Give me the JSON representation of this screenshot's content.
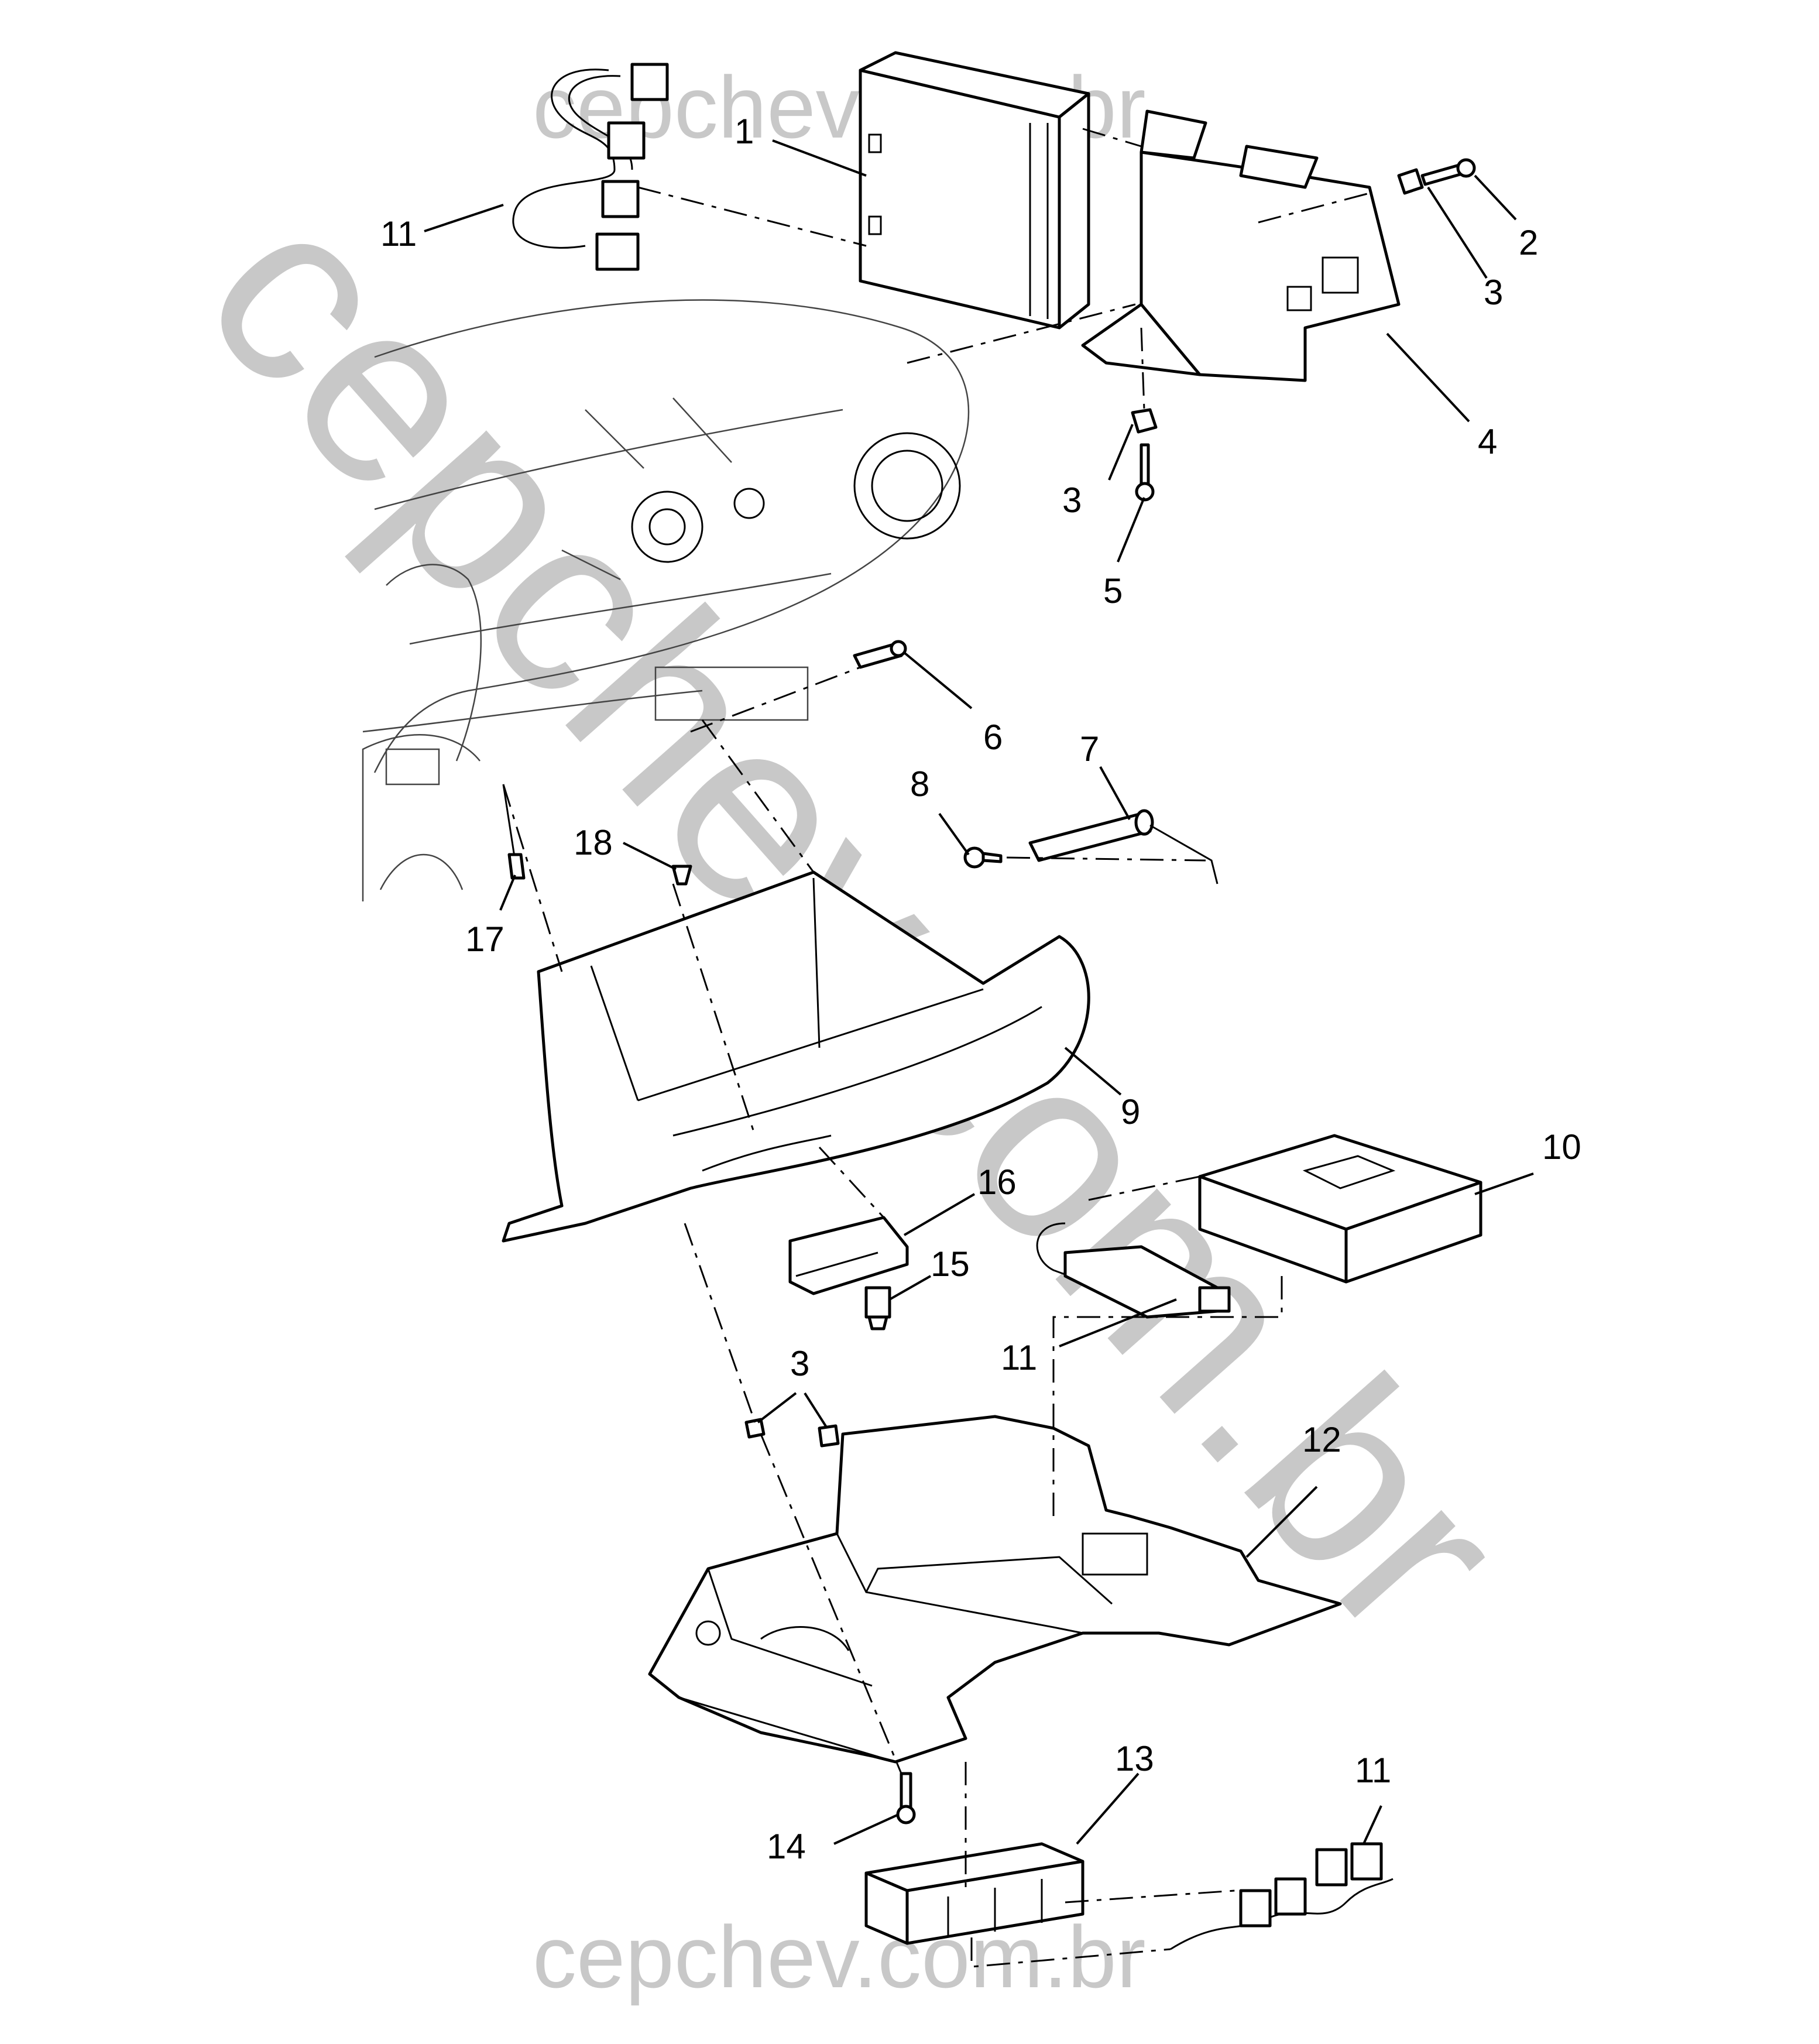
{
  "watermark": {
    "top": "cepchev.com.br",
    "diagonal": "cepchev.com.br",
    "bottom": "cepchev.com.br"
  },
  "callouts": [
    {
      "id": "c1",
      "text": "1"
    },
    {
      "id": "c2",
      "text": "2"
    },
    {
      "id": "c3a",
      "text": "3"
    },
    {
      "id": "c4",
      "text": "4"
    },
    {
      "id": "c3b",
      "text": "3"
    },
    {
      "id": "c5",
      "text": "5"
    },
    {
      "id": "c11a",
      "text": "11"
    },
    {
      "id": "c6",
      "text": "6"
    },
    {
      "id": "c7",
      "text": "7"
    },
    {
      "id": "c8",
      "text": "8"
    },
    {
      "id": "c18",
      "text": "18"
    },
    {
      "id": "c17",
      "text": "17"
    },
    {
      "id": "c9",
      "text": "9"
    },
    {
      "id": "c10",
      "text": "10"
    },
    {
      "id": "c16",
      "text": "16"
    },
    {
      "id": "c15",
      "text": "15"
    },
    {
      "id": "c11b",
      "text": "11"
    },
    {
      "id": "c3c",
      "text": "3"
    },
    {
      "id": "c12",
      "text": "12"
    },
    {
      "id": "c13",
      "text": "13"
    },
    {
      "id": "c14",
      "text": "14"
    },
    {
      "id": "c11c",
      "text": "11"
    }
  ]
}
